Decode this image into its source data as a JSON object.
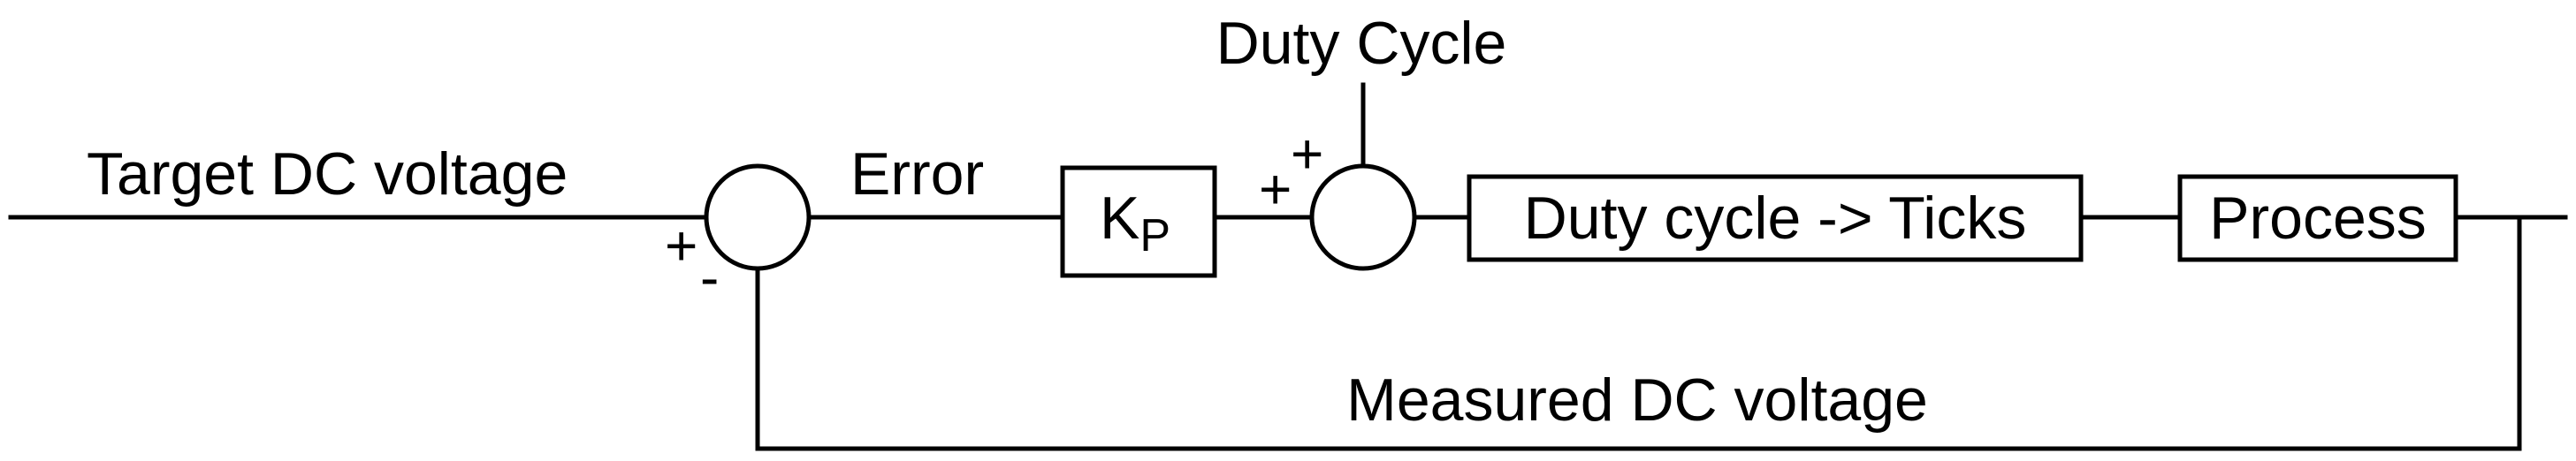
{
  "labels": {
    "target": "Target DC voltage",
    "error": "Error",
    "duty_cycle_input": "Duty Cycle",
    "measured": "Measured DC voltage"
  },
  "blocks": {
    "gain_main": "K",
    "gain_sub": "P",
    "converter": "Duty cycle -> Ticks",
    "process": "Process"
  },
  "signs": {
    "sum1_plus": "+",
    "sum1_minus": "-",
    "sum2_plus_left": "+",
    "sum2_plus_top": "+"
  }
}
